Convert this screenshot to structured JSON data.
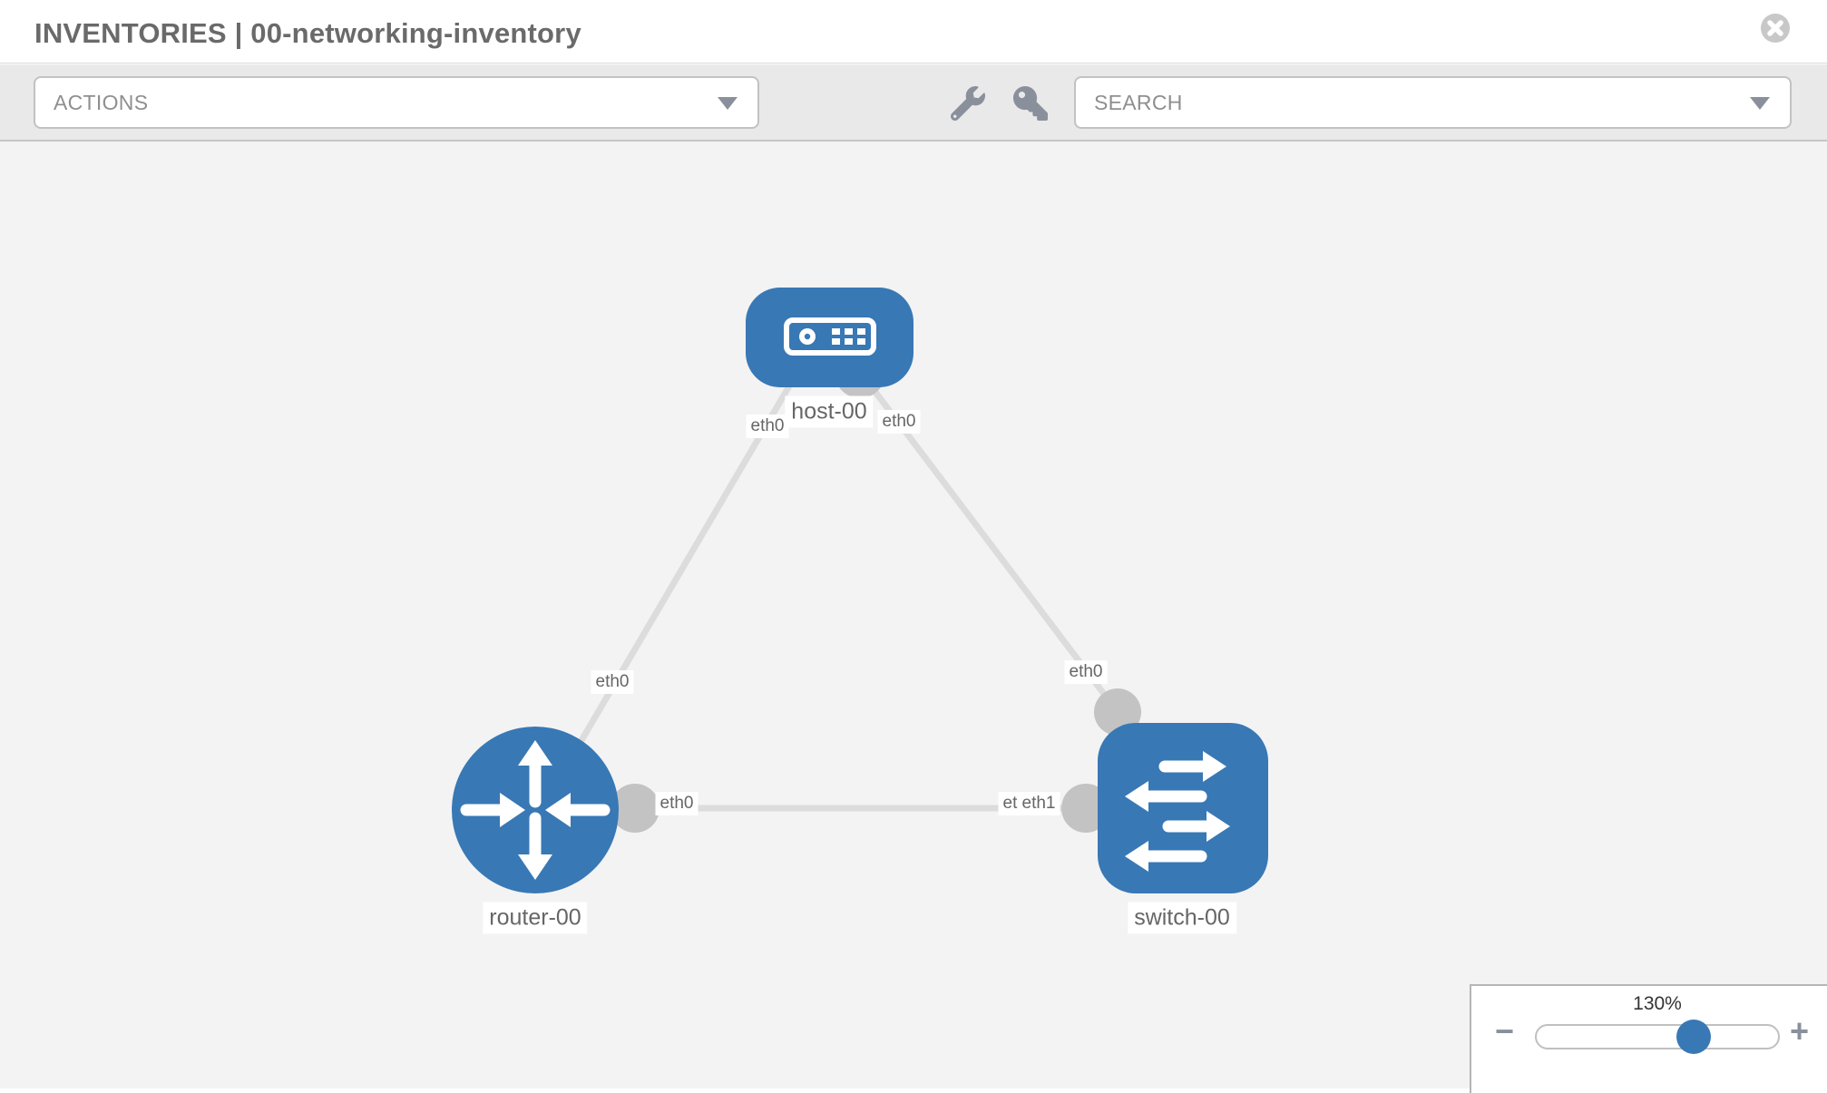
{
  "header": {
    "title": "INVENTORIES | 00-networking-inventory"
  },
  "toolbar": {
    "actions_label": "ACTIONS",
    "search_label": "SEARCH"
  },
  "topology": {
    "nodes": {
      "host": {
        "label": "host-00",
        "type": "host"
      },
      "router": {
        "label": "router-00",
        "type": "router"
      },
      "switch": {
        "label": "switch-00",
        "type": "switch"
      }
    },
    "interfaces": {
      "host_left": "eth0",
      "host_right": "eth0",
      "router_top": "eth0",
      "switch_top": "eth0",
      "router_right": "eth0",
      "switch_left_back": "eth0",
      "switch_left_front": "eth1"
    },
    "links": [
      {
        "from": "host-00",
        "to": "router-00",
        "from_interface": "eth0",
        "to_interface": "eth0"
      },
      {
        "from": "host-00",
        "to": "switch-00",
        "from_interface": "eth0",
        "to_interface": "eth0"
      },
      {
        "from": "router-00",
        "to": "switch-00",
        "from_interface": "eth0",
        "to_interface": "eth1"
      }
    ]
  },
  "zoom_control": {
    "level": "130%",
    "minus_label": "−",
    "plus_label": "+"
  },
  "colors": {
    "node_blue": "#3878b5",
    "link_gray": "#dcdcdc",
    "connector_gray": "#c3c3c3",
    "icon_gray": "#8a909b"
  }
}
